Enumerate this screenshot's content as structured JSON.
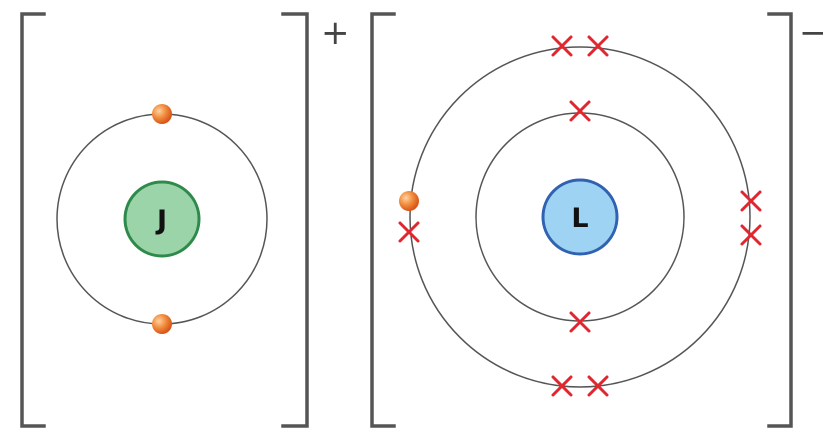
{
  "diagram": {
    "left_ion": {
      "nucleus_label": "J",
      "charge": "+"
    },
    "right_ion": {
      "nucleus_label": "L",
      "charge": "−"
    },
    "colors": {
      "nucleus_J_fill": "#9bd4a8",
      "nucleus_J_stroke": "#2e8a4a",
      "nucleus_L_fill": "#9fd3f3",
      "nucleus_L_stroke": "#2f62b0",
      "electron_dot": "#f07a2a",
      "electron_cross": "#e0262e",
      "lines": "#555555"
    },
    "electron_marks": {
      "left_ion_dots": 2,
      "right_ion_dots": 1,
      "right_ion_crosses": 9
    }
  }
}
